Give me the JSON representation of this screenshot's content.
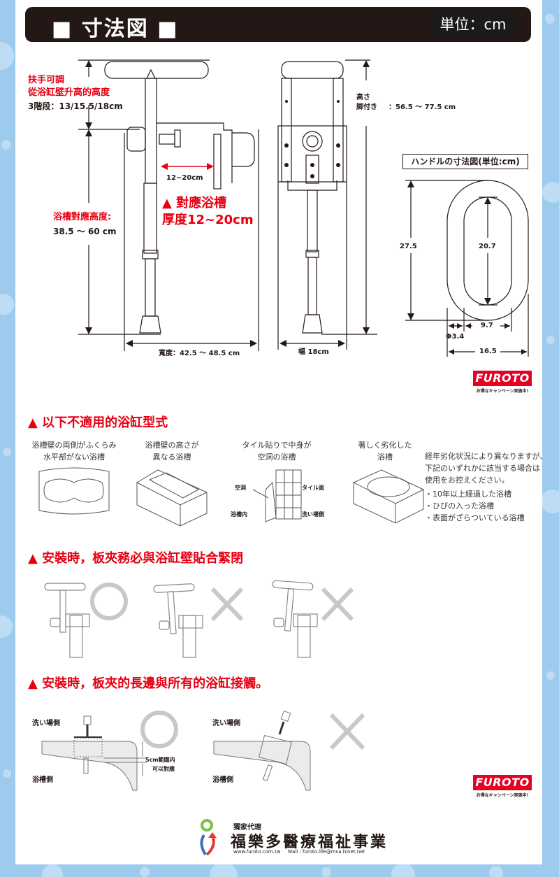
{
  "header": {
    "title": "■ 寸法図 ■",
    "unit": "単位：cm"
  },
  "dimension_diagram": {
    "side_view": {
      "handle_adjust_line1": "扶手可調",
      "handle_adjust_line2": "從浴缸壁升高的高度",
      "handle_steps": "3階段：13/15.5/18cm",
      "clamp_range": "12~20cm",
      "tub_height_label": "浴槽對應高度:",
      "tub_height_value": "38.5 ～ 60 cm",
      "thickness_line1": "▲ 對應浴槽",
      "thickness_line2": "厚度12~20cm",
      "width": "寬度：42.5 ～ 48.5 cm"
    },
    "front_view": {
      "height_label_1": "高さ",
      "height_label_2": "脚付き",
      "height_value": "：56.5 ～ 77.5 cm",
      "width": "幅 18cm"
    },
    "handle_diagram": {
      "title": "ハンドルの寸法図(単位:cm)",
      "outer_height": "27.5",
      "inner_height": "20.7",
      "inner_width": "9.7",
      "diameter": "Φ3.4",
      "outer_width": "16.5"
    }
  },
  "brand_badge": {
    "name": "FUROTO",
    "tagline": "お得なキャンペーン実施中!"
  },
  "section_unsuitable": {
    "title": "▲ 以下不適用的浴缸型式",
    "items": [
      {
        "caption_1": "浴槽壁の両側がふくらみ",
        "caption_2": "水平部がない浴槽"
      },
      {
        "caption_1": "浴槽壁の高さが",
        "caption_2": "異なる浴槽"
      },
      {
        "caption_1": "タイル貼りで中身が",
        "caption_2": "空洞の浴槽",
        "labels": {
          "cavity": "空洞",
          "tile": "タイル面",
          "tub_inside": "浴槽内",
          "wash_side": "洗い場側"
        }
      },
      {
        "caption_1": "著しく劣化した",
        "caption_2": "浴槽"
      }
    ],
    "note_lines": [
      "経年劣化状況により異なりますが、",
      "下記のいずれかに該当する場合は",
      "使用をお控えください。"
    ],
    "bullets": [
      "・10年以上経過した浴槽",
      "・ひびの入った浴槽",
      "・表面がざらついている浴槽"
    ]
  },
  "section_clamp_flush": {
    "title": "▲ 安裝時，板夾務必與浴缸壁貼合緊閉",
    "examples": [
      {
        "result": "correct",
        "mark": "○"
      },
      {
        "result": "wrong",
        "mark": "×"
      },
      {
        "result": "wrong",
        "mark": "×"
      }
    ]
  },
  "section_clamp_contact": {
    "title": "▲ 安裝時，板夾的長邊與所有的浴缸接觸。",
    "examples": [
      {
        "wash_side": "洗い場側",
        "tub_side": "浴槽側",
        "note_1": "5cm範圍内",
        "note_2": "可以對應",
        "result": "correct"
      },
      {
        "wash_side": "洗い場側",
        "tub_side": "浴槽側",
        "result": "wrong"
      }
    ]
  },
  "footer": {
    "agent_label": "獨家代理",
    "company": "福樂多醫療福祉事業",
    "website": "www.furoto.com.tw",
    "mail": "Mail : furoto.life@msa.hinet.net"
  },
  "colors": {
    "accent_red": "#e60012",
    "header_dark": "#231815",
    "background_blue": "#9ccbee",
    "mark_gray": "#c8c8c8"
  }
}
